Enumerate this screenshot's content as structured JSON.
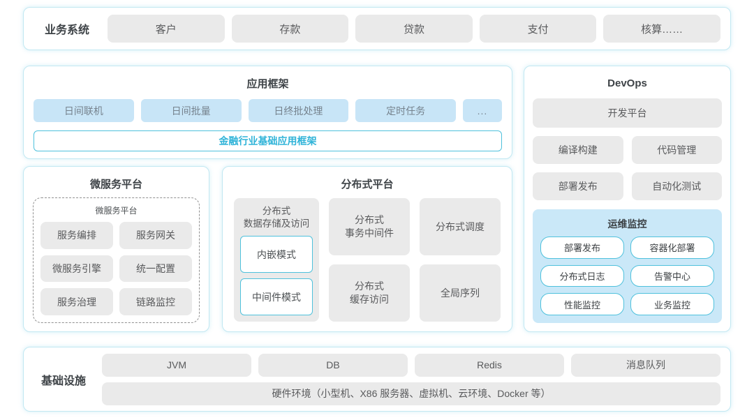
{
  "business": {
    "label": "业务系统",
    "items": [
      "客户",
      "存款",
      "贷款",
      "支付",
      "核算……"
    ]
  },
  "app_framework": {
    "title": "应用框架",
    "modules": [
      "日间联机",
      "日间批量",
      "日终批处理",
      "定时任务",
      "..."
    ],
    "base_framework": "金融行业基础应用框架"
  },
  "microservice": {
    "title": "微服务平台",
    "inner_title": "微服务平台",
    "items": [
      "服务编排",
      "服务网关",
      "微服务引擎",
      "统一配置",
      "服务治理",
      "链路监控"
    ]
  },
  "distributed": {
    "title": "分布式平台",
    "storage": {
      "title": "分布式\n数据存储及访问",
      "modes": [
        "内嵌模式",
        "中间件模式"
      ]
    },
    "cells": [
      "分布式\n事务中间件",
      "分布式调度",
      "分布式\n缓存访问",
      "全局序列"
    ]
  },
  "devops": {
    "title": "DevOps",
    "dev_platform": "开发平台",
    "tools": [
      "编译构建",
      "代码管理",
      "部署发布",
      "自动化测试"
    ],
    "monitoring": {
      "title": "运维监控",
      "items": [
        "部署发布",
        "容器化部署",
        "分布式日志",
        "告警中心",
        "性能监控",
        "业务监控"
      ]
    }
  },
  "infrastructure": {
    "label": "基础设施",
    "items": [
      "JVM",
      "DB",
      "Redis",
      "消息队列"
    ],
    "hardware": "硬件环境（小型机、X86 服务器、虚拟机、云环境、Docker 等）"
  },
  "colors": {
    "panel_border": "#c2e8f2",
    "gray_box": "#eaeaea",
    "blue_box": "#c8e5f7",
    "cyan_border": "#4fc1dc",
    "cyan_text": "#2fb3d8",
    "monitor_bg": "#cae8f8"
  }
}
